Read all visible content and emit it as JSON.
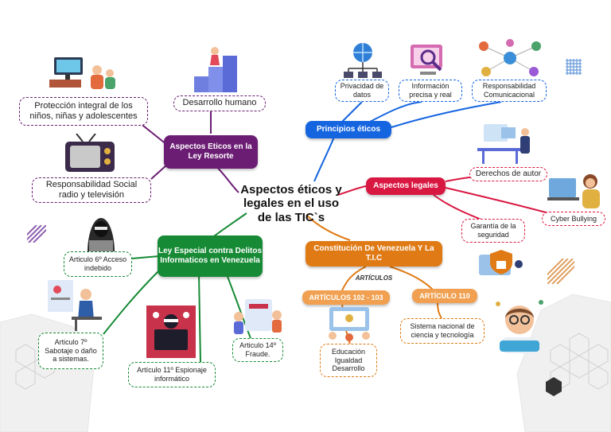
{
  "title": "Aspectos éticos y legales en el uso de las TIC`s",
  "colors": {
    "purple": "#6b1d73",
    "blue": "#1565e0",
    "red": "#d91842",
    "green": "#178a35",
    "orange": "#e07a14"
  },
  "branches": {
    "resorte": {
      "label": "Aspectos Eticos en la Ley Resorte",
      "children": [
        "Protección integral de los niños, niñas y adolescentes",
        "Desarrollo humano",
        "Responsabilidad Social radio y televisión"
      ]
    },
    "principios": {
      "label": "Principios éticos",
      "children": [
        "Privacidad de datos",
        "Información precisa y real",
        "Responsabilidad Comunicacional"
      ]
    },
    "legales": {
      "label": "Aspectos legales",
      "children": [
        "Derechos de autor",
        "Cyber Bullying",
        "Garantía de la seguridad"
      ]
    },
    "delitos": {
      "label": "Ley Especial contra Delitos Informaticos en Venezuela",
      "children": [
        "Articulo 6º Acceso indebido",
        "Articulo 7º Sabotaje o daño a sistemas.",
        "Artículo 11º Espionaje informático",
        "Articulo 14º Fraude."
      ]
    },
    "constitucion": {
      "label": "Constitución De Venezuela Y La T.I.C",
      "sublabel": "ARTÍCULOS",
      "articulos": [
        {
          "label": "ARTÍCULOS 102 - 103",
          "detail": "Educación Igualdad Desarrollo"
        },
        {
          "label": "ARTÍCULO 110",
          "detail": "Sistema nacional de ciencia y tecnología"
        }
      ]
    }
  },
  "icons": [
    "tv-family-icon",
    "stairs-person-icon",
    "old-tv-icon",
    "network-globe-icon",
    "magnifier-screen-icon",
    "people-network-icon",
    "office-desk-icon",
    "cyberbully-laptop-icon",
    "lock-shield-icon",
    "hacker-icon",
    "stressed-man-icon",
    "spy-computer-icon",
    "email-fraud-icon",
    "education-screen-icon",
    "scientist-icon"
  ]
}
